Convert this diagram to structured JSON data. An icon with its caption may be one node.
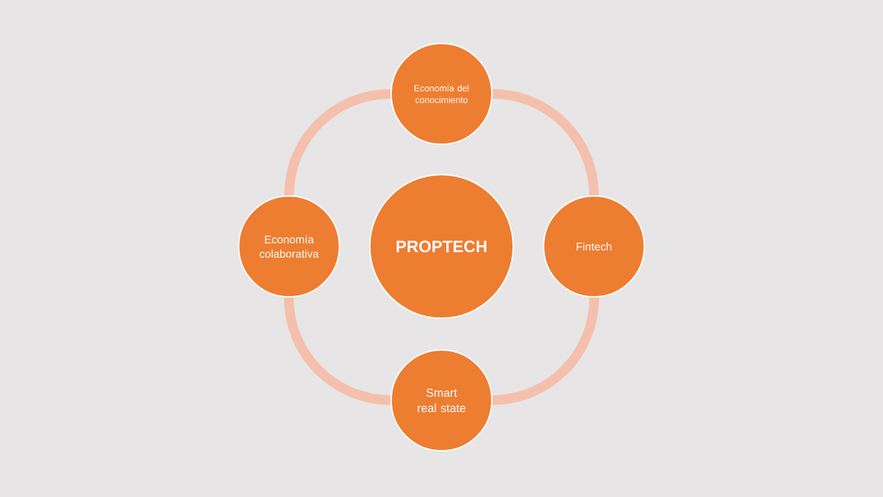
{
  "diagram": {
    "nodes": [
      {
        "text": [
          "Economía del conocimiento"
        ]
      },
      {
        "text": [
          "Economía colaborativa"
        ]
      },
      {
        "text": [
          "PROPTECH"
        ]
      },
      {
        "text": [
          "Fintech"
        ]
      },
      {
        "text": [
          "Smart real state"
        ]
      }
    ],
    "edges": [
      {
        "from": 0,
        "to": 3,
        "arrow": "none"
      },
      {
        "from": 3,
        "to": 4,
        "arrow": "none"
      },
      {
        "from": 4,
        "to": 1,
        "arrow": "none"
      },
      {
        "from": 1,
        "to": 0,
        "arrow": "none"
      }
    ]
  }
}
